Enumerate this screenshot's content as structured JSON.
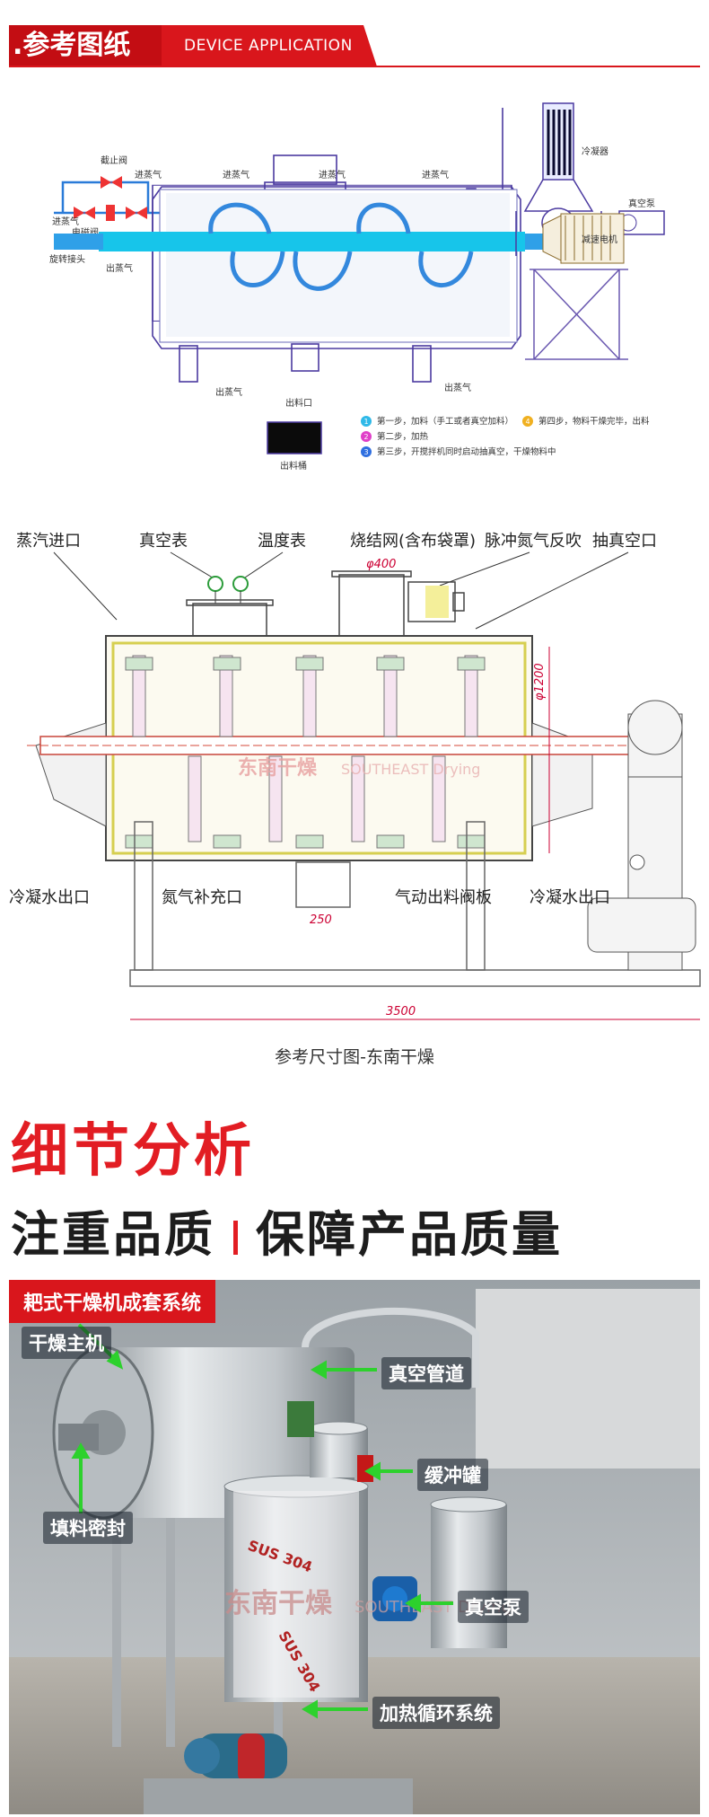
{
  "header": {
    "title": ".参考图纸",
    "subtitle": "DEVICE APPLICATION"
  },
  "process_diagram": {
    "labels": {
      "stop_valve": "截止阀",
      "solenoid_valve": "电磁阀",
      "steam_in_a": "进蒸气",
      "steam_in_b": "进蒸气",
      "steam_in_c": "进蒸气",
      "steam_in_d": "进蒸气",
      "steam_in_left": "进蒸气",
      "rotary_joint": "旋转接头",
      "steam_out_left": "出蒸气",
      "steam_out_bottom": "出蒸气",
      "steam_out_right": "出蒸气",
      "discharge_port": "出料口",
      "discharge_bucket": "出料桶",
      "condenser": "冷凝器",
      "vacuum_pump": "真空泵",
      "gear_motor": "减速电机"
    },
    "steps": [
      {
        "num": "1",
        "color": "#2fb9e8",
        "text": "第一步，加料（手工或者真空加料）"
      },
      {
        "num": "2",
        "color": "#e040c8",
        "text": "第二步，加热"
      },
      {
        "num": "3",
        "color": "#2f6fe0",
        "text": "第三步，开搅拌机同时启动抽真空，干燥物料中"
      },
      {
        "num": "4",
        "color": "#f0b020",
        "text": "第四步，物料干燥完毕，出料"
      }
    ]
  },
  "dimension_drawing": {
    "labels": {
      "steam_inlet": "蒸汽进口",
      "vacuum_gauge": "真空表",
      "thermometer": "温度表",
      "sinter_mesh": "烧结网(含布袋罩)",
      "nitrogen_pulse": "脉冲氮气反吹",
      "vacuum_port": "抽真空口",
      "condensate_left": "冷凝水出口",
      "nitrogen_fill": "氮气补充口",
      "pneumatic_valve": "气动出料阀板",
      "condensate_right": "冷凝水出口",
      "dim_phi400": "φ400",
      "dim_phi1200": "φ1200",
      "dim_250": "250",
      "dim_3500": "3500",
      "watermark": "东南干燥",
      "watermark_en": "SOUTHEAST Drying"
    },
    "caption": "参考尺寸图-东南干燥"
  },
  "section": {
    "title": "细节分析",
    "slogan_left": "注重品质",
    "slogan_right": "保障产品质量"
  },
  "photo": {
    "tag": "耙式干燥机成套系统",
    "labels": {
      "main_dryer": "干燥主机",
      "vacuum_pipe": "真空管道",
      "buffer_tank": "缓冲罐",
      "packing_seal": "填料密封",
      "vacuum_pump": "真空泵",
      "heating_system": "加热循环系统"
    },
    "tank_marks": "SUS 304",
    "watermark": "东南干燥",
    "watermark_en": "SOUTHEAST Drying"
  }
}
